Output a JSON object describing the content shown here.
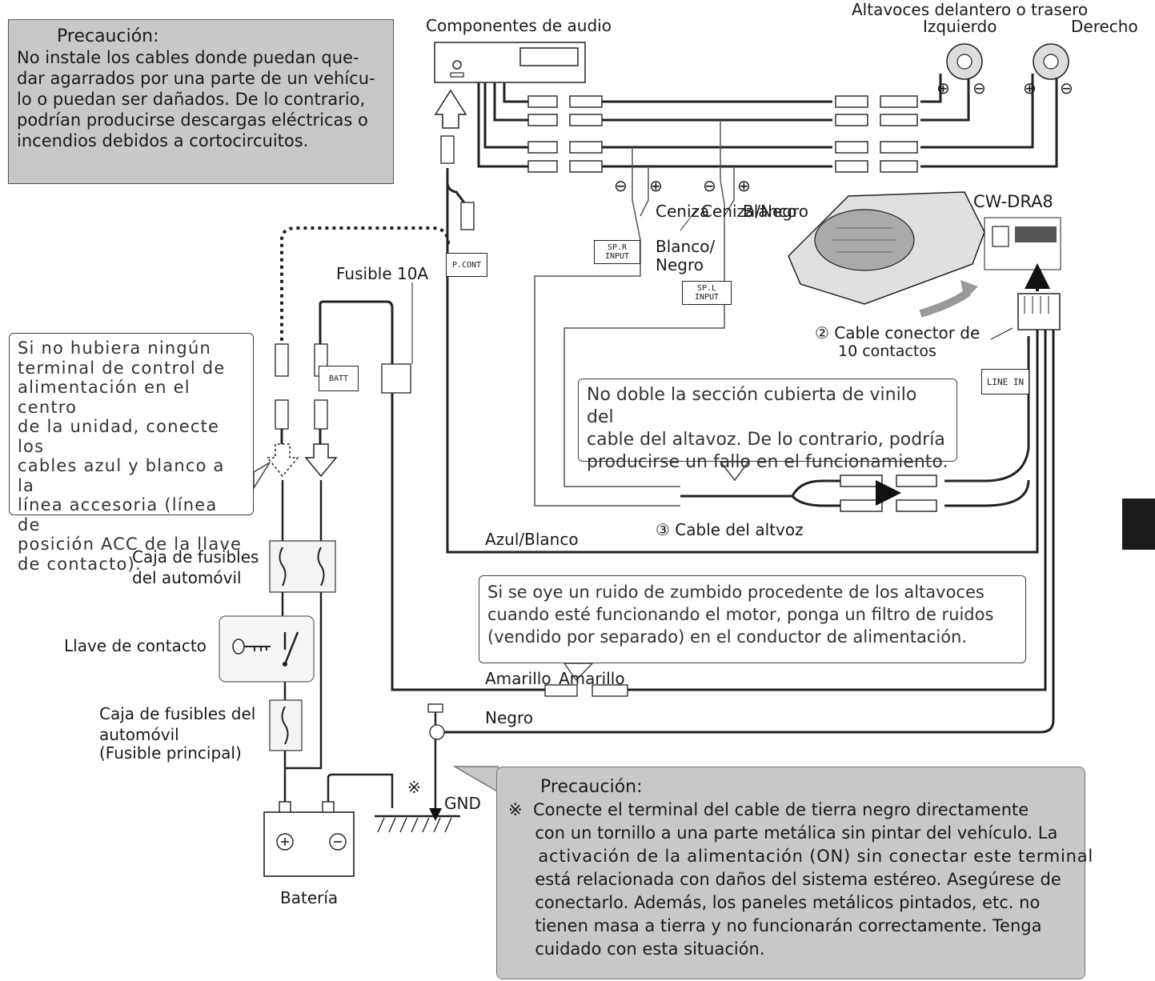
{
  "caution_top": {
    "title": "Precaución:",
    "lines": [
      "No instale los cables donde puedan que-",
      "dar agarrados por una parte de un vehícu-",
      "lo o puedan ser dañados. De lo contrario,",
      "podrían producirse descargas eléctricas o",
      "incendios debidos a cortocircuitos."
    ]
  },
  "labels": {
    "audio_components": "Componentes de audio",
    "speakers_title": "Altavoces delantero o trasero",
    "left": "Izquierdo",
    "right": "Derecho",
    "ceniza": "Ceniza",
    "ceniza_negro": "Ceniza/Negro",
    "blanco": "Blanco",
    "blanco_negro_1": "Blanco/",
    "blanco_negro_2": "Negro",
    "model": "CW-DRA8",
    "fuse_10a": "Fusible 10A",
    "connector_1": "② Cable conector de",
    "connector_2": "10 contactos",
    "speaker_cable": "③ Cable del altvoz",
    "azul_blanco": "Azul/Blanco",
    "fuse_box_1": "Caja de fusibles",
    "fuse_box_2": "del automóvil",
    "ignition": "Llave de contacto",
    "main_fuse_1": "Caja de fusibles del",
    "main_fuse_2": "automóvil",
    "main_fuse_3": "(Fusible principal)",
    "amarillo_1": "Amarillo",
    "amarillo_2": "Amarillo",
    "negro": "Negro",
    "gnd": "GND",
    "ref_mark": "※",
    "battery": "Batería",
    "plus": "⊕",
    "minus": "⊖"
  },
  "tags": {
    "spr_1": "SP.R",
    "spr_2": "INPUT",
    "spl_1": "SP.L",
    "spl_2": "INPUT",
    "pcont": "P.CONT",
    "batt": "BATT",
    "line_in": "LINE IN"
  },
  "note_acc": {
    "lines": [
      "Si no hubiera ningún",
      "terminal de control de",
      "alimentación en el centro",
      "de la unidad, conecte los",
      "cables azul y blanco a la",
      "línea accesoria (línea de",
      "posición ACC de la llave",
      "de contacto)."
    ]
  },
  "note_vinyl": {
    "lines": [
      "No doble la sección cubierta de vinilo del",
      "cable del altavoz. De lo contrario, podría",
      "producirse un fallo en el funcionamiento."
    ]
  },
  "note_noise": {
    "lines": [
      "Si se oye un ruido de zumbido procedente de los altavoces",
      "cuando esté funcionando el motor, ponga un filtro de ruidos",
      "(vendido por separado) en el conductor de alimentación."
    ]
  },
  "caution_bottom": {
    "title": "Precaución:",
    "lines": [
      "※  Conecte el terminal del cable de tierra negro directamente",
      "     con un tornillo a una parte metálica sin pintar del vehículo. La",
      "     activación de la alimentación (ON) sin conectar este terminal",
      "     está relacionada con daños del sistema estéreo. Asegúrese de",
      "     conectarlo. Además, los paneles metálicos pintados, etc. no",
      "     tienen masa a tierra y no funcionarán correctamente. Tenga",
      "     cuidado con esta situación."
    ]
  }
}
